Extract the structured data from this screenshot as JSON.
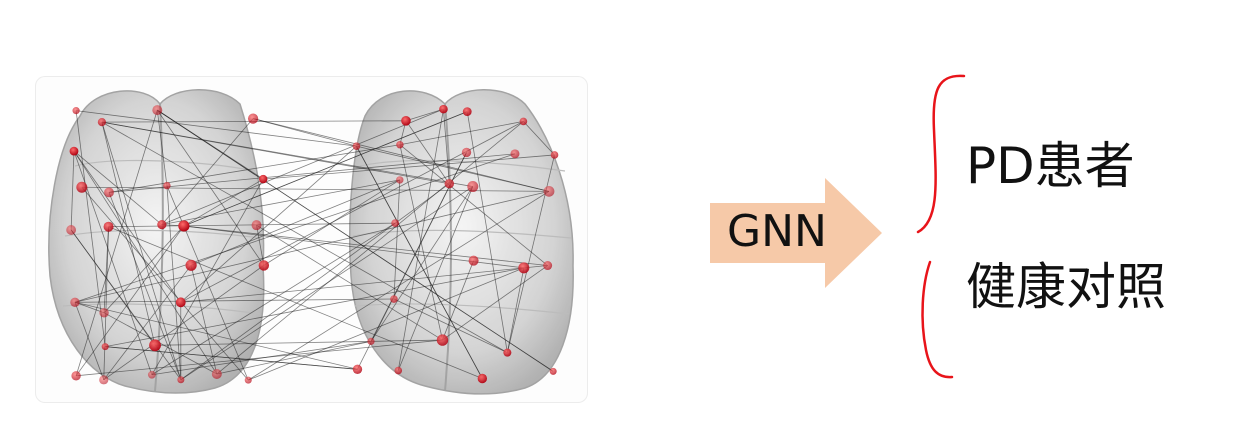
{
  "figure": {
    "brain_network": {
      "node_color": "#c8101e",
      "edge_color": "#1e1e1e",
      "brain_color": "#bfbfbf"
    },
    "arrow": {
      "label": "GNN",
      "color": "#f6c9a8"
    },
    "brace": {
      "color": "#e8141a"
    },
    "classes": {
      "pd_patient": "PD患者",
      "healthy_control": "健康对照"
    }
  }
}
